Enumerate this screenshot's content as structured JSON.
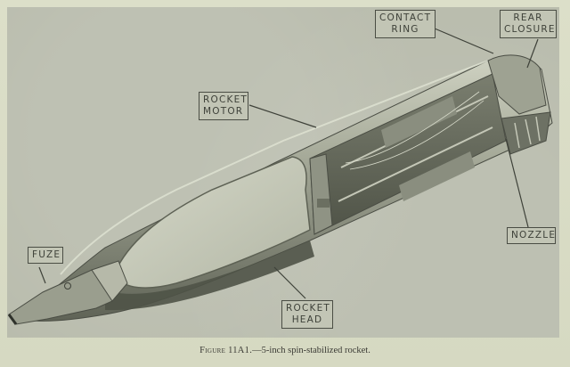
{
  "figure": {
    "caption_prefix": "Figure 11A1.",
    "caption_text": "—5-inch spin-stabilized rocket.",
    "subject": "5-inch spin-stabilized rocket (cutaway)"
  },
  "callouts": [
    {
      "id": "contact-ring",
      "lines": [
        "CONTACT",
        "RING"
      ]
    },
    {
      "id": "rear-closure",
      "lines": [
        "REAR",
        "CLOSURE"
      ]
    },
    {
      "id": "rocket-motor",
      "lines": [
        "ROCKET",
        "MOTOR"
      ]
    },
    {
      "id": "fuze",
      "lines": [
        "FUZE"
      ]
    },
    {
      "id": "nozzle",
      "lines": [
        "NOZZLE"
      ]
    },
    {
      "id": "rocket-head",
      "lines": [
        "ROCKET",
        "HEAD"
      ]
    }
  ],
  "colors": {
    "page_background": "#d8dbc4",
    "panel_background": "#b9bcad",
    "ink_dark": "#4a4d44",
    "metal_dark": "#5d6154",
    "metal_light": "#c9ccbc"
  }
}
